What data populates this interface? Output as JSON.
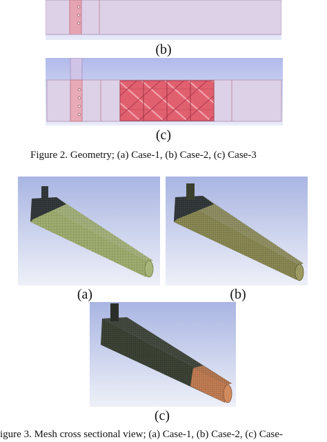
{
  "figure2": {
    "panel_b_label": "(b)",
    "panel_c_label": "(c)",
    "caption": "Figure 2.    Geometry; (a) Case-1, (b) Case-2, (c) Case-3"
  },
  "figure3": {
    "panel_a_label": "(a)",
    "panel_b_label": "(b)",
    "panel_c_label": "(c)",
    "caption": "igure 3.    Mesh cross sectional view; (a) Case-1, (b) Case-2, (c) Case-"
  },
  "colors": {
    "viewport_top": "#b4bcec",
    "viewport_bottom": "#e8ebf8",
    "pipe_fill": "#dccbe0",
    "pipe_tint": "#e39aa8",
    "insert_red": "#e0566a",
    "mesh_green": "#9aa66a",
    "mesh_olive": "#8a8a52",
    "mesh_orange": "#c9855a",
    "mesh_dark": "#2a2e30"
  }
}
